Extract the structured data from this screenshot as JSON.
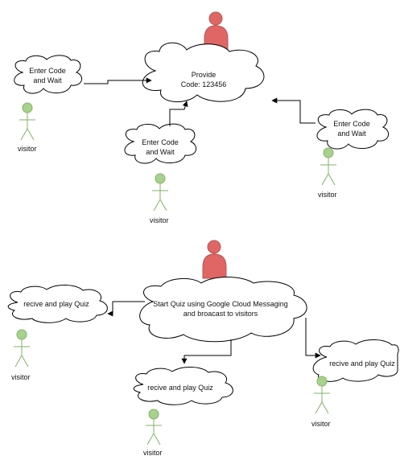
{
  "colors": {
    "host_fill": "#e06666",
    "host_stroke": "#b85450",
    "visitor_head_fill": "#a9d18e",
    "visitor_stroke": "#82b366",
    "line": "#000000"
  },
  "top": {
    "host_cloud": {
      "line1": "Provide",
      "line2": "Code: 123456"
    },
    "clouds": [
      {
        "line1": "Enter Code",
        "line2": "and Wait"
      },
      {
        "line1": "Enter Code",
        "line2": "and Wait"
      },
      {
        "line1": "Enter Code",
        "line2": "and Wait"
      }
    ],
    "visitors": [
      "visitor",
      "visitor",
      "visitor"
    ]
  },
  "bottom": {
    "host_cloud": {
      "line1": "Start Quiz using Google Cloud Messaging",
      "line2": "and broacast to visitors"
    },
    "clouds": [
      {
        "line1": "recive and play Quiz"
      },
      {
        "line1": "recive and play Quiz"
      },
      {
        "line1": "recive and play Quiz"
      }
    ],
    "visitors": [
      "visitor",
      "visitor",
      "visitor"
    ]
  }
}
